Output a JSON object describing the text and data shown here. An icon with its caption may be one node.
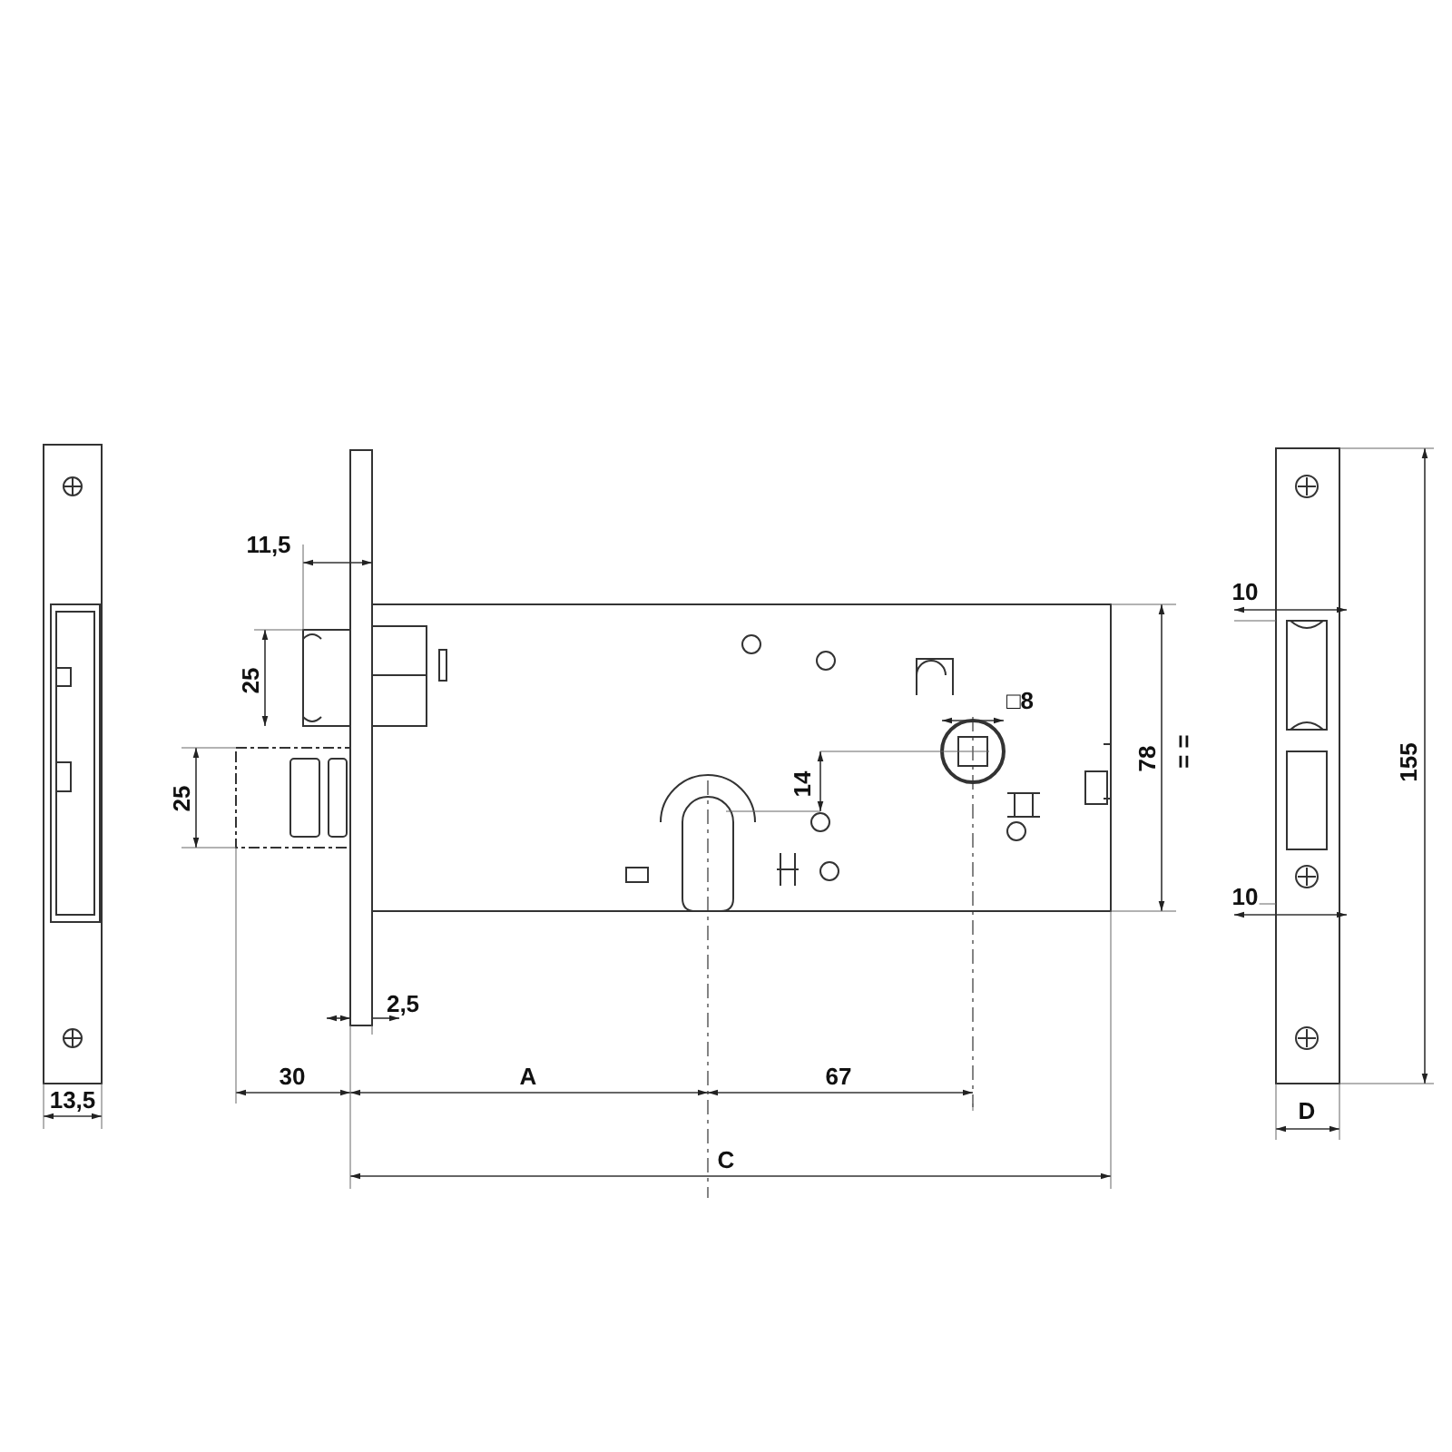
{
  "diagram": {
    "labels": [
      "11,5",
      "10",
      "25",
      "□8",
      "78",
      "= =",
      "155",
      "14",
      "25",
      "10",
      "2,5",
      "30",
      "A",
      "67",
      "13,5",
      "D",
      "C"
    ]
  }
}
